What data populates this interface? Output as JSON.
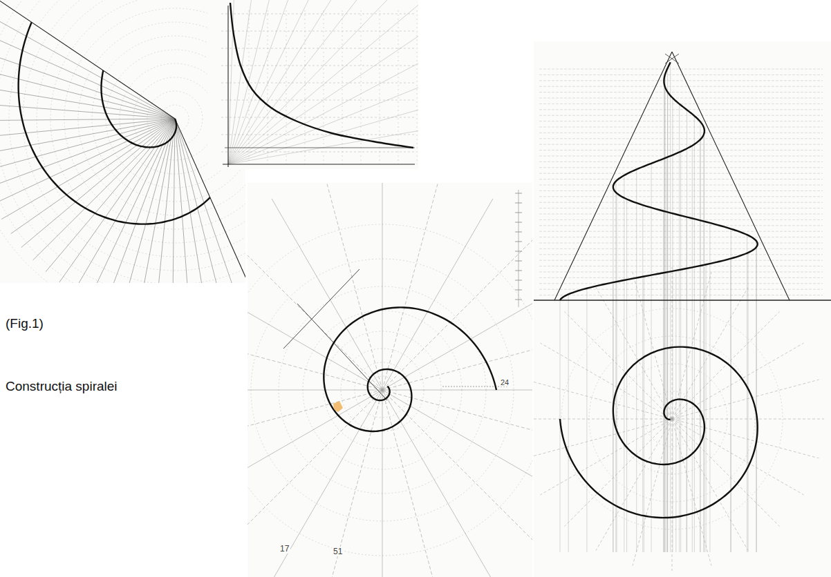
{
  "diagram": {
    "labels": [
      "(Fig.1)",
      "Construcția spiralei",
      "24",
      "17",
      "51"
    ]
  }
}
